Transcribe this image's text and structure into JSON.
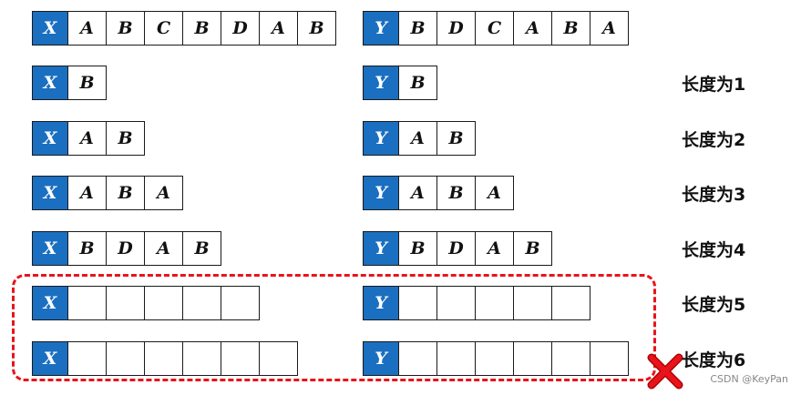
{
  "rows": [
    {
      "x": [
        "X",
        "A",
        "B",
        "C",
        "B",
        "D",
        "A",
        "B"
      ],
      "y": [
        "Y",
        "B",
        "D",
        "C",
        "A",
        "B",
        "A"
      ],
      "label": ""
    },
    {
      "x": [
        "X",
        "B"
      ],
      "y": [
        "Y",
        "B"
      ],
      "label": "长度为1"
    },
    {
      "x": [
        "X",
        "A",
        "B"
      ],
      "y": [
        "Y",
        "A",
        "B"
      ],
      "label": "长度为2"
    },
    {
      "x": [
        "X",
        "A",
        "B",
        "A"
      ],
      "y": [
        "Y",
        "A",
        "B",
        "A"
      ],
      "label": "长度为3"
    },
    {
      "x": [
        "X",
        "B",
        "D",
        "A",
        "B"
      ],
      "y": [
        "Y",
        "B",
        "D",
        "A",
        "B"
      ],
      "label": "长度为4"
    },
    {
      "x": [
        "X",
        "",
        "",
        "",
        "",
        ""
      ],
      "y": [
        "Y",
        "",
        "",
        "",
        "",
        ""
      ],
      "label": "长度为5"
    },
    {
      "x": [
        "X",
        "",
        "",
        "",
        "",
        "",
        ""
      ],
      "y": [
        "Y",
        "",
        "",
        "",
        "",
        "",
        ""
      ],
      "label": "长度为6"
    }
  ],
  "colors": {
    "head_fill": "#1a6fc1",
    "dashed_border": "#e8141b",
    "cross": "#e8141b"
  },
  "icons": {
    "cross": "red-x-cross-icon"
  },
  "watermark": "CSDN @KeyPan"
}
